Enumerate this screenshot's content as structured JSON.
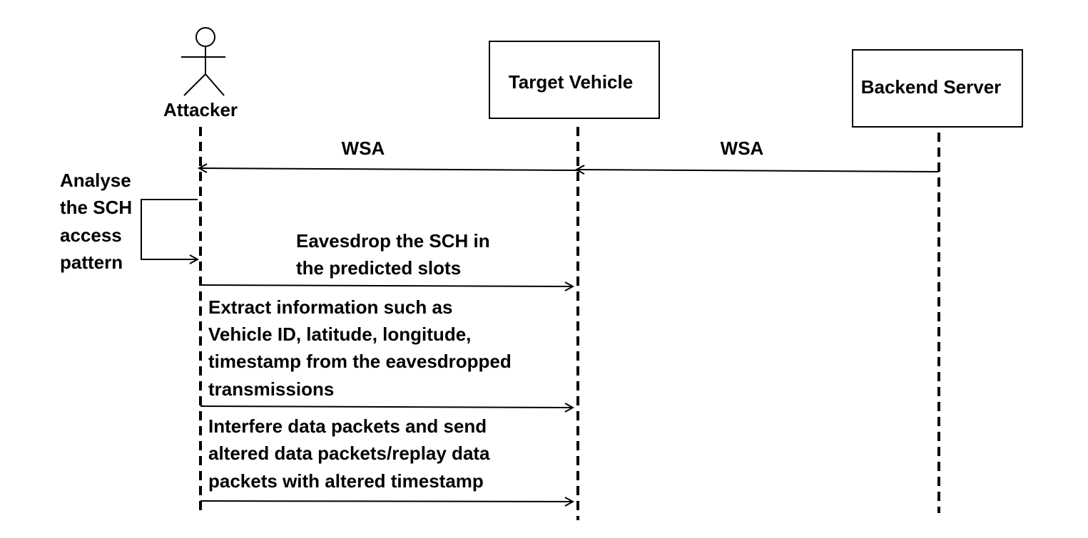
{
  "actors": {
    "attacker": "Attacker",
    "target_vehicle": "Target Vehicle",
    "backend_server": "Backend Server"
  },
  "messages": {
    "wsa_backend_to_vehicle": "WSA",
    "wsa_vehicle_to_attacker": "WSA",
    "self_analyse": [
      "Analyse",
      "the SCH",
      "access",
      "pattern"
    ],
    "eavesdrop": [
      "Eavesdrop the SCH in",
      "the predicted slots"
    ],
    "extract": [
      "Extract information such as",
      "Vehicle ID, latitude, longitude,",
      "timestamp from the eavesdropped",
      "transmissions"
    ],
    "interfere": [
      "Interfere data packets and send",
      "altered data packets/replay data",
      "packets with altered timestamp"
    ]
  }
}
